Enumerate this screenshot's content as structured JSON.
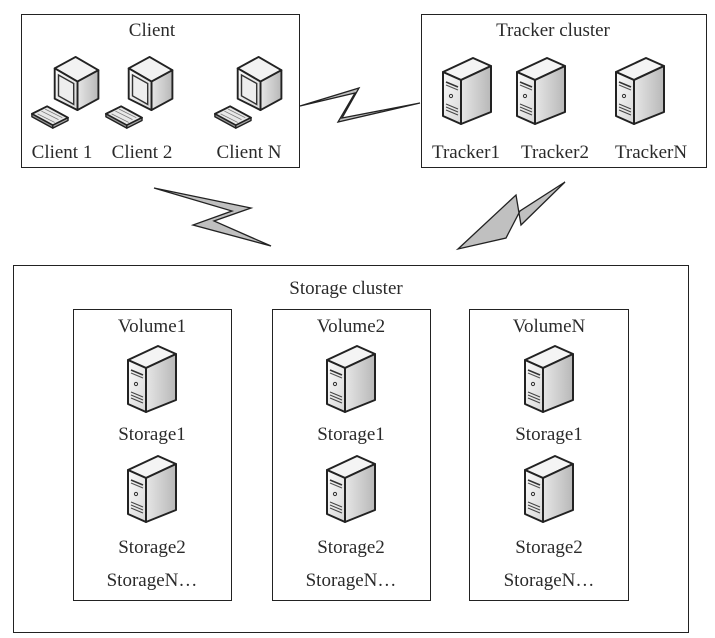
{
  "client_group": {
    "title": "Client",
    "items": [
      {
        "label": "Client 1",
        "icon": "desktop-computer-icon"
      },
      {
        "label": "Client 2",
        "icon": "desktop-computer-icon"
      },
      {
        "label": "Client N",
        "icon": "desktop-computer-icon"
      }
    ]
  },
  "tracker_group": {
    "title": "Tracker cluster",
    "items": [
      {
        "label": "Tracker1",
        "icon": "server-tower-icon"
      },
      {
        "label": "Tracker2",
        "icon": "server-tower-icon"
      },
      {
        "label": "TrackerN",
        "icon": "server-tower-icon"
      }
    ]
  },
  "storage_group": {
    "title": "Storage cluster",
    "volumes": [
      {
        "title": "Volume1",
        "servers": [
          "Storage1",
          "Storage2"
        ],
        "more": "StorageN…"
      },
      {
        "title": "Volume2",
        "servers": [
          "Storage1",
          "Storage2"
        ],
        "more": "StorageN…"
      },
      {
        "title": "VolumeN",
        "servers": [
          "Storage1",
          "Storage2"
        ],
        "more": "StorageN…"
      }
    ]
  },
  "connections": [
    {
      "from": "Client",
      "to": "Tracker cluster",
      "style": "lightning-bolt"
    },
    {
      "from": "Client",
      "to": "Storage cluster",
      "style": "lightning-bolt"
    },
    {
      "from": "Tracker cluster",
      "to": "Storage cluster",
      "style": "lightning-bolt"
    }
  ],
  "colors": {
    "stroke": "#222222",
    "bolt_fill": "#c0c0c0",
    "server_light": "#f2f2f2",
    "server_dark": "#bdbdbd"
  }
}
